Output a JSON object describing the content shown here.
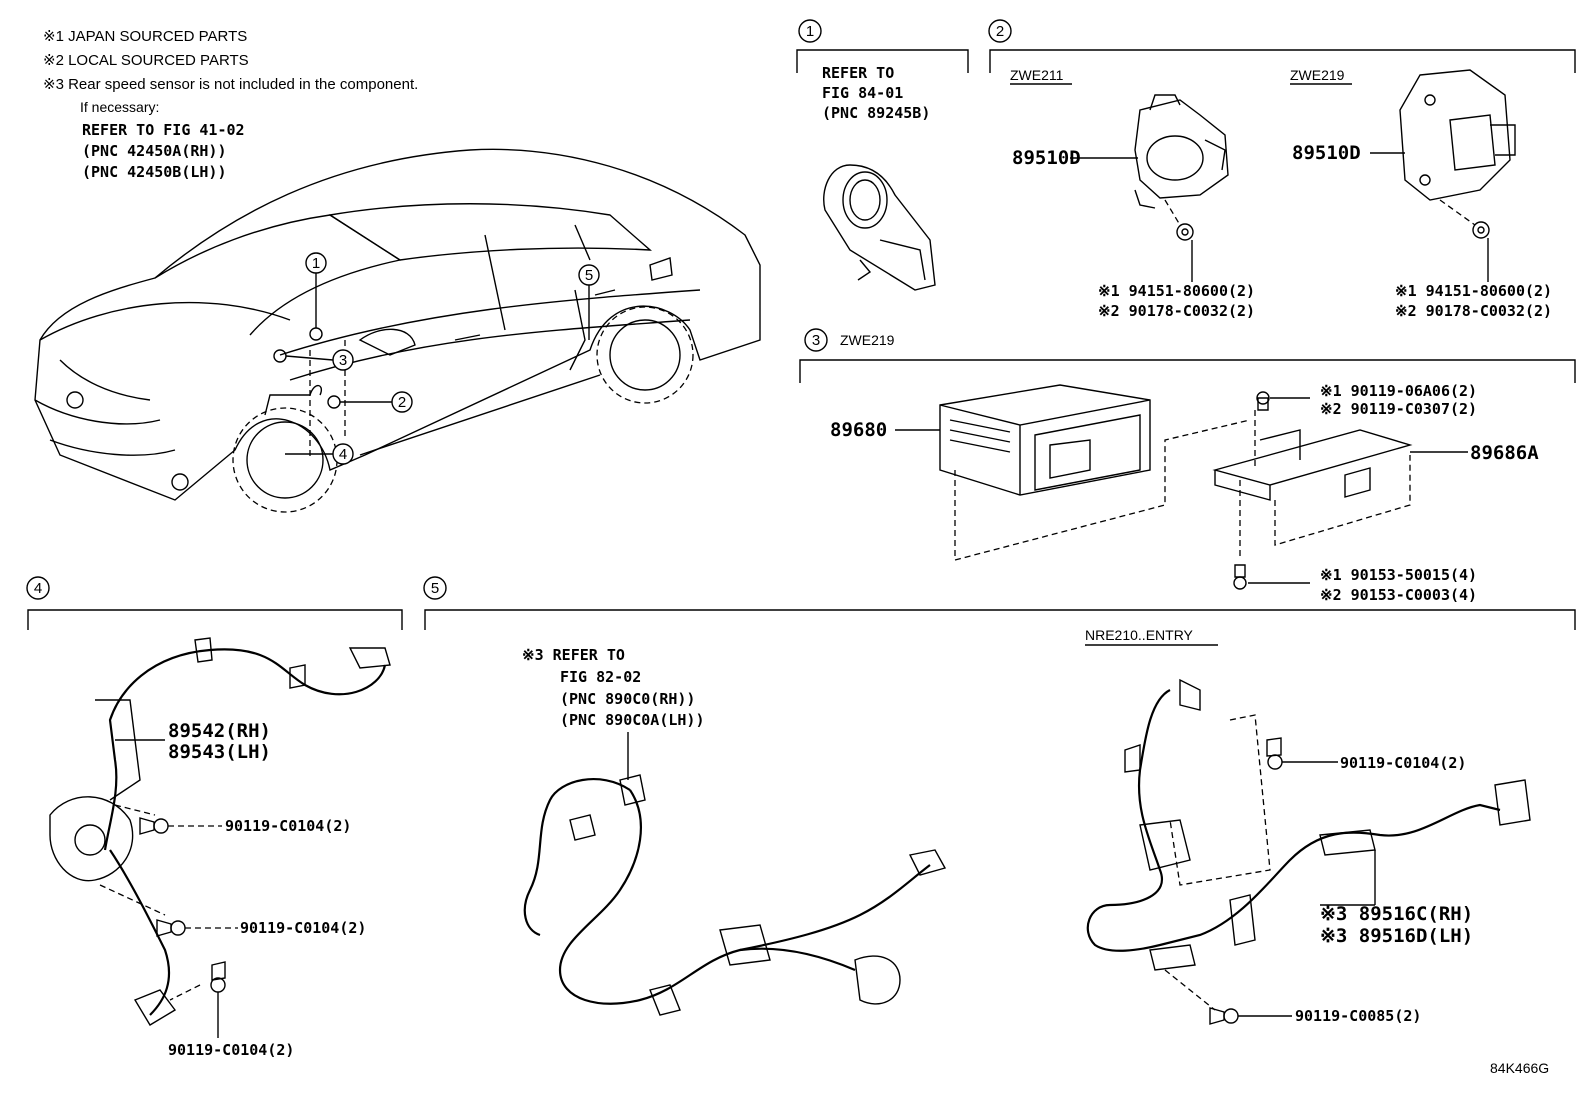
{
  "notes": {
    "note1": "※1 JAPAN SOURCED PARTS",
    "note2": "※2 LOCAL SOURCED PARTS",
    "note3": "※3 Rear speed sensor is not included in the component.",
    "note4": "If necessary:",
    "ref1": "REFER TO FIG 41-02",
    "ref2": "(PNC 42450A(RH))",
    "ref3": "(PNC 42450B(LH))"
  },
  "callout_numbers": [
    "1",
    "2",
    "3",
    "4",
    "5"
  ],
  "section1": {
    "ref1": "REFER TO",
    "ref2": "FIG 84-01",
    "ref3": "(PNC 89245B)"
  },
  "section2": {
    "model_a": "ZWE211",
    "model_b": "ZWE219",
    "part_a": "89510D",
    "part_b": "89510D",
    "bolt_a1": "※1 94151-80600(2)",
    "bolt_a2": "※2 90178-C0032(2)",
    "bolt_b1": "※1 94151-80600(2)",
    "bolt_b2": "※2 90178-C0032(2)"
  },
  "section3": {
    "model": "ZWE219",
    "ecu": "89680",
    "bracket": "89686A",
    "bolt1": "※1 90119-06A06(2)",
    "bolt2": "※2 90119-C0307(2)",
    "bolt3": "※1 90153-50015(4)",
    "bolt4": "※2 90153-C0003(4)"
  },
  "section4": {
    "part_rh": "89542(RH)",
    "part_lh": "89543(LH)",
    "bolt1": "90119-C0104(2)",
    "bolt2": "90119-C0104(2)",
    "bolt3": "90119-C0104(2)"
  },
  "section5": {
    "model": "NRE210..ENTRY",
    "ref1": "※3 REFER TO",
    "ref2": "FIG 82-02",
    "ref3": "(PNC 890C0(RH))",
    "ref4": "(PNC 890C0A(LH))",
    "bolt1": "90119-C0104(2)",
    "part_rh": "※3 89516C(RH)",
    "part_lh": "※3 89516D(LH)",
    "bolt2": "90119-C0085(2)"
  },
  "figure_code": "84K466G"
}
